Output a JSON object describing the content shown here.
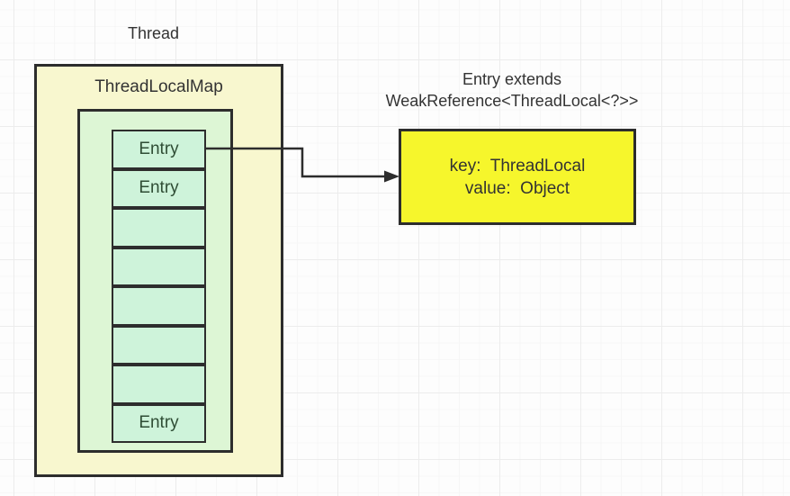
{
  "colors": {
    "outer_fill": "#f8f7cf",
    "inner_fill": "#ddf6d5",
    "slot_fill": "#cef3da",
    "entry_fill": "#f6f62c",
    "border": "#2d2d2d",
    "text": "#333333",
    "entry_text": "#2f4d35"
  },
  "thread": {
    "label": "Thread"
  },
  "map": {
    "title": "ThreadLocalMap",
    "slots": [
      "Entry",
      "Entry",
      "",
      "",
      "",
      "",
      "",
      "Entry"
    ]
  },
  "entry_note": {
    "line1": "Entry extends",
    "line2": "WeakReference<ThreadLocal<?>>"
  },
  "entry_detail": {
    "line1": "key:  ThreadLocal",
    "line2": "value:  Object"
  }
}
